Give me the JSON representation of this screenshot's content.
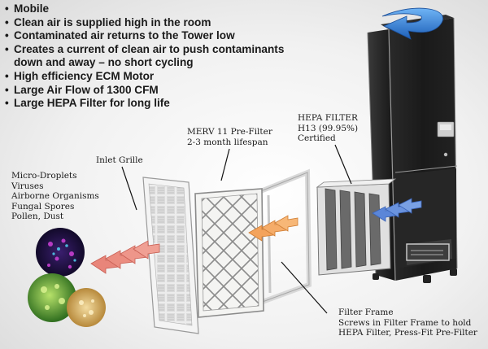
{
  "features": [
    {
      "text": "Mobile"
    },
    {
      "text": "Clean air is supplied high in the room"
    },
    {
      "text": "Contaminated air returns to the Tower low"
    },
    {
      "text": "Creates a current of clean air to push contaminants",
      "line2": "down and away – no short cycling"
    },
    {
      "text": "High efficiency ECM Motor"
    },
    {
      "text": "Large Air Flow of 1300 CFM"
    },
    {
      "text": "Large HEPA Filter for long life"
    }
  ],
  "bullet_char": "•",
  "labels": {
    "contaminants": [
      "Micro-Droplets",
      "Viruses",
      "Airborne Organisms",
      "Fungal Spores",
      "Pollen, Dust"
    ],
    "inlet_grille": "Inlet Grille",
    "prefilter": [
      "MERV 11 Pre-Filter",
      "2-3 month lifespan"
    ],
    "hepa": [
      "HEPA FILTER",
      "H13 (99.95%)",
      "Certified"
    ],
    "filter_frame": [
      "Filter Frame",
      "Screws in Filter Frame to hold",
      "HEPA Filter, Press-Fit Pre-Filter"
    ]
  },
  "colors": {
    "arrow_red": "#e8857a",
    "arrow_orange": "#f3a35c",
    "arrow_blue": "#5b86d8",
    "swirl_blue": "#2f7fd6",
    "tower_body": "#1f1f1f"
  }
}
